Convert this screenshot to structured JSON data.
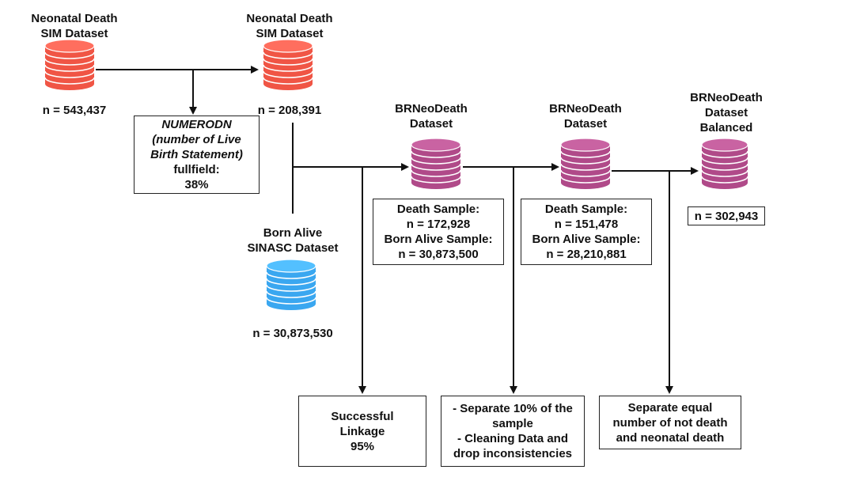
{
  "colors": {
    "sim": "#f05545",
    "sinasc": "#3aa7f0",
    "brneo": "#b04a89"
  },
  "nodes": {
    "sim1": {
      "title": [
        "Neonatal Death",
        "SIM Dataset"
      ],
      "count": "n = 543,437",
      "icon": "database-icon"
    },
    "sim2": {
      "title": [
        "Neonatal Death",
        "SIM Dataset"
      ],
      "count": "n = 208,391",
      "icon": "database-icon"
    },
    "sinasc": {
      "title": [
        "Born Alive",
        "SINASC Dataset"
      ],
      "count": "n = 30,873,530",
      "icon": "database-icon"
    },
    "brneo1": {
      "title": [
        "BRNeoDeath",
        "Dataset"
      ],
      "icon": "database-icon"
    },
    "brneo2": {
      "title": [
        "BRNeoDeath",
        "Dataset"
      ],
      "icon": "database-icon"
    },
    "brneo3": {
      "title": [
        "BRNeoDeath",
        "Dataset",
        "Balanced"
      ],
      "icon": "database-icon"
    }
  },
  "boxes": {
    "numerodn": [
      "NUMERODN",
      "(number of Live",
      "Birth Statement)",
      "fullfield:",
      "38%"
    ],
    "brneo1_stats": [
      "Death Sample:",
      "n = 172,928",
      "Born Alive Sample:",
      "n = 30,873,500"
    ],
    "brneo2_stats": [
      "Death Sample:",
      "n = 151,478",
      "Born Alive Sample:",
      "n = 28,210,881"
    ],
    "brneo3_stats": [
      "n = 302,943"
    ],
    "linkage": [
      "Successful",
      "Linkage",
      "95%"
    ],
    "separate": [
      "- Separate 10% of the",
      "sample",
      "- Cleaning Data and",
      "drop inconsistencies"
    ],
    "balance": [
      "Separate equal",
      "number of not death",
      "and neonatal death"
    ]
  }
}
